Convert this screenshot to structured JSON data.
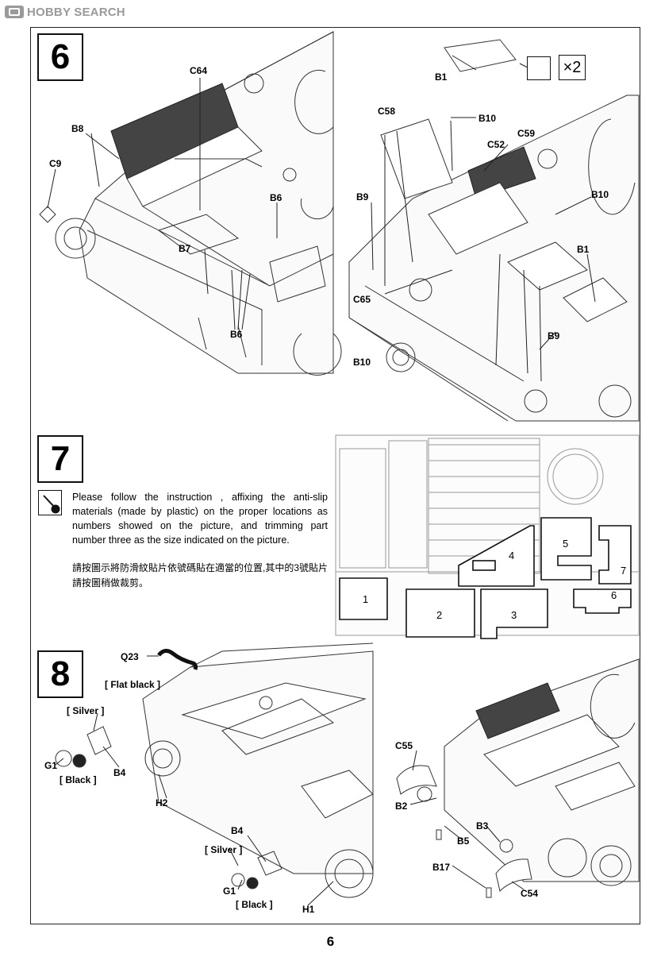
{
  "header": {
    "logo_text": "HOBBY SEARCH"
  },
  "step6": {
    "number": "6",
    "labels_left": [
      "C64",
      "B8",
      "C9",
      "B6",
      "B7",
      "B6"
    ],
    "labels_right": [
      "B1",
      "C58",
      "B10",
      "C52",
      "C59",
      "B9",
      "B10",
      "B1",
      "C65",
      "B9",
      "B10"
    ],
    "multiplier": "×2"
  },
  "step7": {
    "number": "7",
    "instruction_en": "Please follow the instruction , affixing the anti-slip materials (made by plastic) on the proper locations as numbers showed on the picture, and trimming part number three as the size indicated on the picture.",
    "instruction_zh": "請按圖示將防滑紋貼片依號碼貼在適當的位置,其中的3號貼片請按圖稍做裁剪。",
    "decals": [
      "4",
      "5",
      "7",
      "6",
      "1",
      "2",
      "3"
    ]
  },
  "step8": {
    "number": "8",
    "labels_left": [
      "Q23",
      "[ Flat black ]",
      "[ Silver ]",
      "G1",
      "[ Black ]",
      "B4",
      "H2",
      "B4",
      "[ Silver ]",
      "G1",
      "[ Black ]",
      "H1"
    ],
    "labels_right": [
      "C55",
      "B2",
      "B3",
      "B5",
      "B17",
      "C54"
    ]
  },
  "footer": {
    "page_number": "6"
  }
}
